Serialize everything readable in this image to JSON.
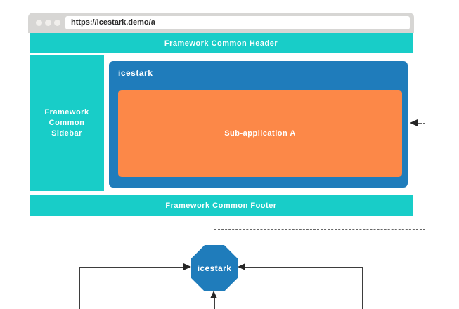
{
  "browser": {
    "url": "https://icestark.demo/a",
    "header_label": "Framework Common Header",
    "sidebar_label": "Framework Common Sidebar",
    "footer_label": "Framework Common Footer",
    "icestark_label": "icestark",
    "subapp_label": "Sub-application A"
  },
  "diagram": {
    "octagon_label": "icestark"
  },
  "icons": {
    "window_control_dot": "circle"
  },
  "colors": {
    "teal": "#18cdc8",
    "blue": "#1f7cbb",
    "orange": "#fc8848",
    "titlebar_gray": "#d7d6d4",
    "solid_line": "#3d3d3d",
    "dashed_line": "#666666"
  }
}
